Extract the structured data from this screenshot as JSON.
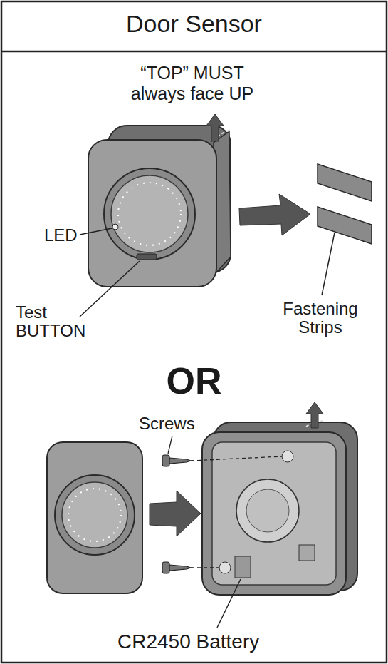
{
  "diagram": {
    "title": "Door Sensor",
    "labels": [
      "“TOP” MUST always face UP",
      "LED",
      "Test BUTTON",
      "Fastening Strips",
      "OR",
      "Screws",
      "CR2450 Battery"
    ]
  }
}
